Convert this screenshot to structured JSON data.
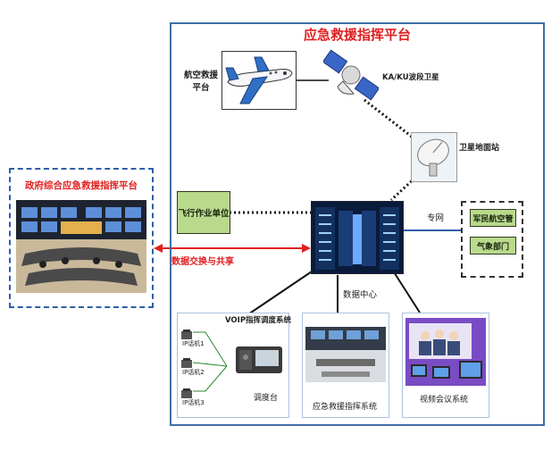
{
  "platform": {
    "title": "应急救援指挥平台"
  },
  "aviation": {
    "label_line1": "航空救援",
    "label_line2": "平台"
  },
  "satellite": {
    "label": "KA/KU波段卫星"
  },
  "ground_station": {
    "label": "卫星地面站"
  },
  "flight_unit": {
    "label": "飞行作业单位"
  },
  "private_network": {
    "label": "专网"
  },
  "aviation_control": {
    "label": "军民航空管"
  },
  "meteorology": {
    "label": "气象部门"
  },
  "data_center": {
    "label": "数据中心"
  },
  "gov_platform": {
    "title": "政府综合应急救援指挥平台"
  },
  "exchange": {
    "label": "数据交换与共享"
  },
  "voip": {
    "title": "VOIP指挥调度系统",
    "phones": [
      "IP话机1",
      "IP话机2",
      "IP话机3"
    ],
    "console_label": "调度台"
  },
  "command_system": {
    "label": "应急救援指挥系统"
  },
  "video_conf": {
    "label": "视频会议系统"
  },
  "colors": {
    "accent_red": "#e02020",
    "frame_blue": "#3f6fa6",
    "green_box": "#b9d98c"
  }
}
